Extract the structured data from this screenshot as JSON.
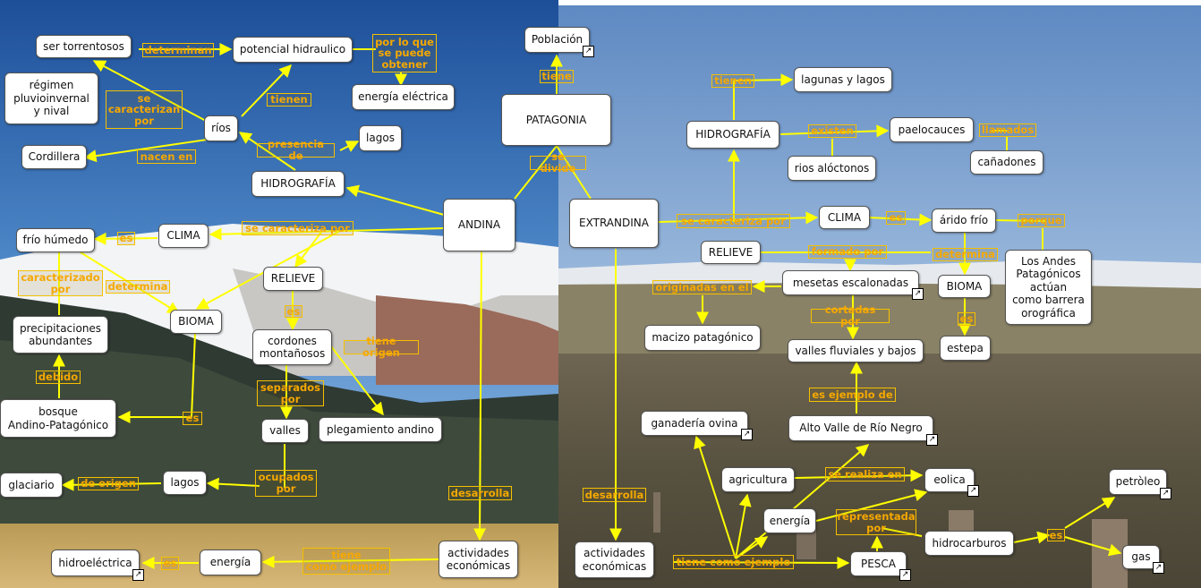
{
  "colors": {
    "link": "#ffff00",
    "label": "#f5a800",
    "node_bg": "#ffffff",
    "node_border": "#555555"
  },
  "nodes": {
    "torrentosos": "ser torrentosos",
    "potencial": "potencial hidraulico",
    "poblacion": "Población",
    "regimen": "régimen\npluvioinvernal\ny nival",
    "energia_electrica": "energía eléctrica",
    "patagonia": "PATAGONIA",
    "rios": "ríos",
    "lagos_top": "lagos",
    "cordillera": "Cordillera",
    "hidrografia_and": "HIDROGRAFÍA",
    "andina": "ANDINA",
    "extrandina": "EXTRANDINA",
    "clima_and": "CLIMA",
    "frio_humedo": "frío húmedo",
    "relieve_and": "RELIEVE",
    "bioma_and": "BIOMA",
    "precipitaciones": "precipitaciones\nabundantes",
    "cordones": "cordones\nmontañosos",
    "bosque": "bosque\nAndino-Patagónico",
    "valles": "valles",
    "plegamiento": "plegamiento andino",
    "glaciario": "glaciario",
    "lagos_and": "lagos",
    "hidroelectrica": "hidroeléctrica",
    "energia_and": "energía",
    "actividades_and": "actividades\neconómicas",
    "lagunas": "lagunas y lagos",
    "hidrografia_ext": "HIDROGRAFÍA",
    "paelocauces": "paelocauces",
    "rios_aloctonos": "rios alóctonos",
    "canadones": "cañadones",
    "clima_ext": "CLIMA",
    "arido": "árido frío",
    "relieve_ext": "RELIEVE",
    "mesetas": "mesetas escalonadas",
    "bioma_ext": "BIOMA",
    "andes": "Los Andes\nPatagónicos\nactúan\ncomo barrera\norográfica",
    "macizo": "macizo patagónico",
    "estepa": "estepa",
    "valles_fluviales": "valles fluviales y bajos",
    "ganaderia": "ganadería ovina",
    "alto_valle": "Alto Valle de Río Negro",
    "agricultura": "agricultura",
    "eolica": "eolica",
    "petroleo": "petròleo",
    "energia_ext": "energía",
    "hidrocarburos": "hidrocarburos",
    "gas": "gas",
    "actividades_ext": "actividades\neconómicas",
    "pesca": "PESCA"
  },
  "labels": {
    "determinan": "determinan",
    "por_lo_que": "por lo que\nse puede\nobtener",
    "tiene_pob": "tiene",
    "se_caracterizan": "se\ncaracterizan\npor",
    "tienen_and": "tienen",
    "presencia": "presencia de",
    "nacen": "nacen en",
    "se_divide": "se divide",
    "caracteriza_and": "se caracteriza por",
    "es_clima": "es",
    "caracterizado": "caracterizado\npor",
    "determina_and": "determina",
    "es_cordones": "es",
    "tiene_origen": "tiene origen",
    "debido": "debido",
    "es_bosque": "es",
    "separados": "separados\npor",
    "ocupados": "ocupados\npor",
    "de_origen": "de origen",
    "desarrolla_and": "desarrolla",
    "es_hidro": "es",
    "tiene_ejemplo_and": "tiene\ncomo ejemplo",
    "tienen_ext": "tienen",
    "existen": "existen",
    "llamados": "llamados",
    "caracteriza_ext": "se caracteriza por",
    "es_arido": "es",
    "porque": "porque",
    "formado": "formado por",
    "determina_ext": "determina",
    "originadas": "originadas en el",
    "cortadas": "cortadas por",
    "es_estepa": "es",
    "es_ejemplo": "es ejemplo de",
    "desarrolla_ext": "desarrolla",
    "realiza": "se realiza en",
    "representada": "representada\npor",
    "es_hidrocarb": "es",
    "tiene_ejemplo_ext": "tiene como ejemplo"
  }
}
